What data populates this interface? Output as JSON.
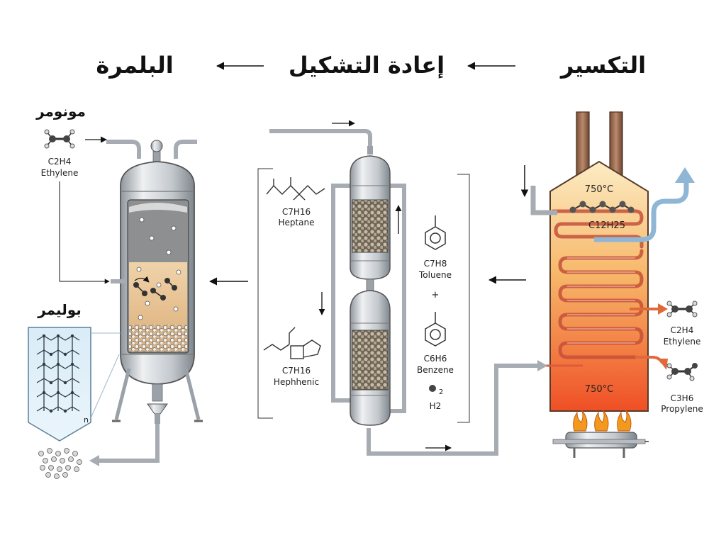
{
  "header": {
    "stage_cracking": "التكسير",
    "stage_reforming": "إعادة التشكيل",
    "stage_polymerization": "البلمرة"
  },
  "polymerization": {
    "monomer_title": "مونومر",
    "monomer_formula": "C2H4",
    "monomer_name": "Ethylene",
    "polymer_title": "بوليمر",
    "polymer_index": "n"
  },
  "reforming": {
    "heptane_formula": "C7H16",
    "heptane_name": "Heptane",
    "heph_formula": "C7H16",
    "heph_name": "Hephhenic",
    "toluene_formula": "C7H8",
    "toluene_name": "Toluene",
    "plus": "+",
    "benzene_formula": "C6H6",
    "benzene_name": "Benzene",
    "h2_sub": "2",
    "h2_formula": "H2"
  },
  "cracking": {
    "temp_top": "750°C",
    "temp_bottom": "750°C",
    "feed_formula": "C12H25",
    "ethylene_formula": "C2H4",
    "ethylene_name": "Ethylene",
    "propylene_formula": "C3H6",
    "propylene_name": "Propylene"
  },
  "colors": {
    "furnace_top": "#fbe7b8",
    "furnace_bottom": "#f05a28",
    "steel": "#c9ced3",
    "catalyst": "#8a7e6e",
    "polymer_bed": "#e9c9a0",
    "flame": "#f39a1e"
  }
}
